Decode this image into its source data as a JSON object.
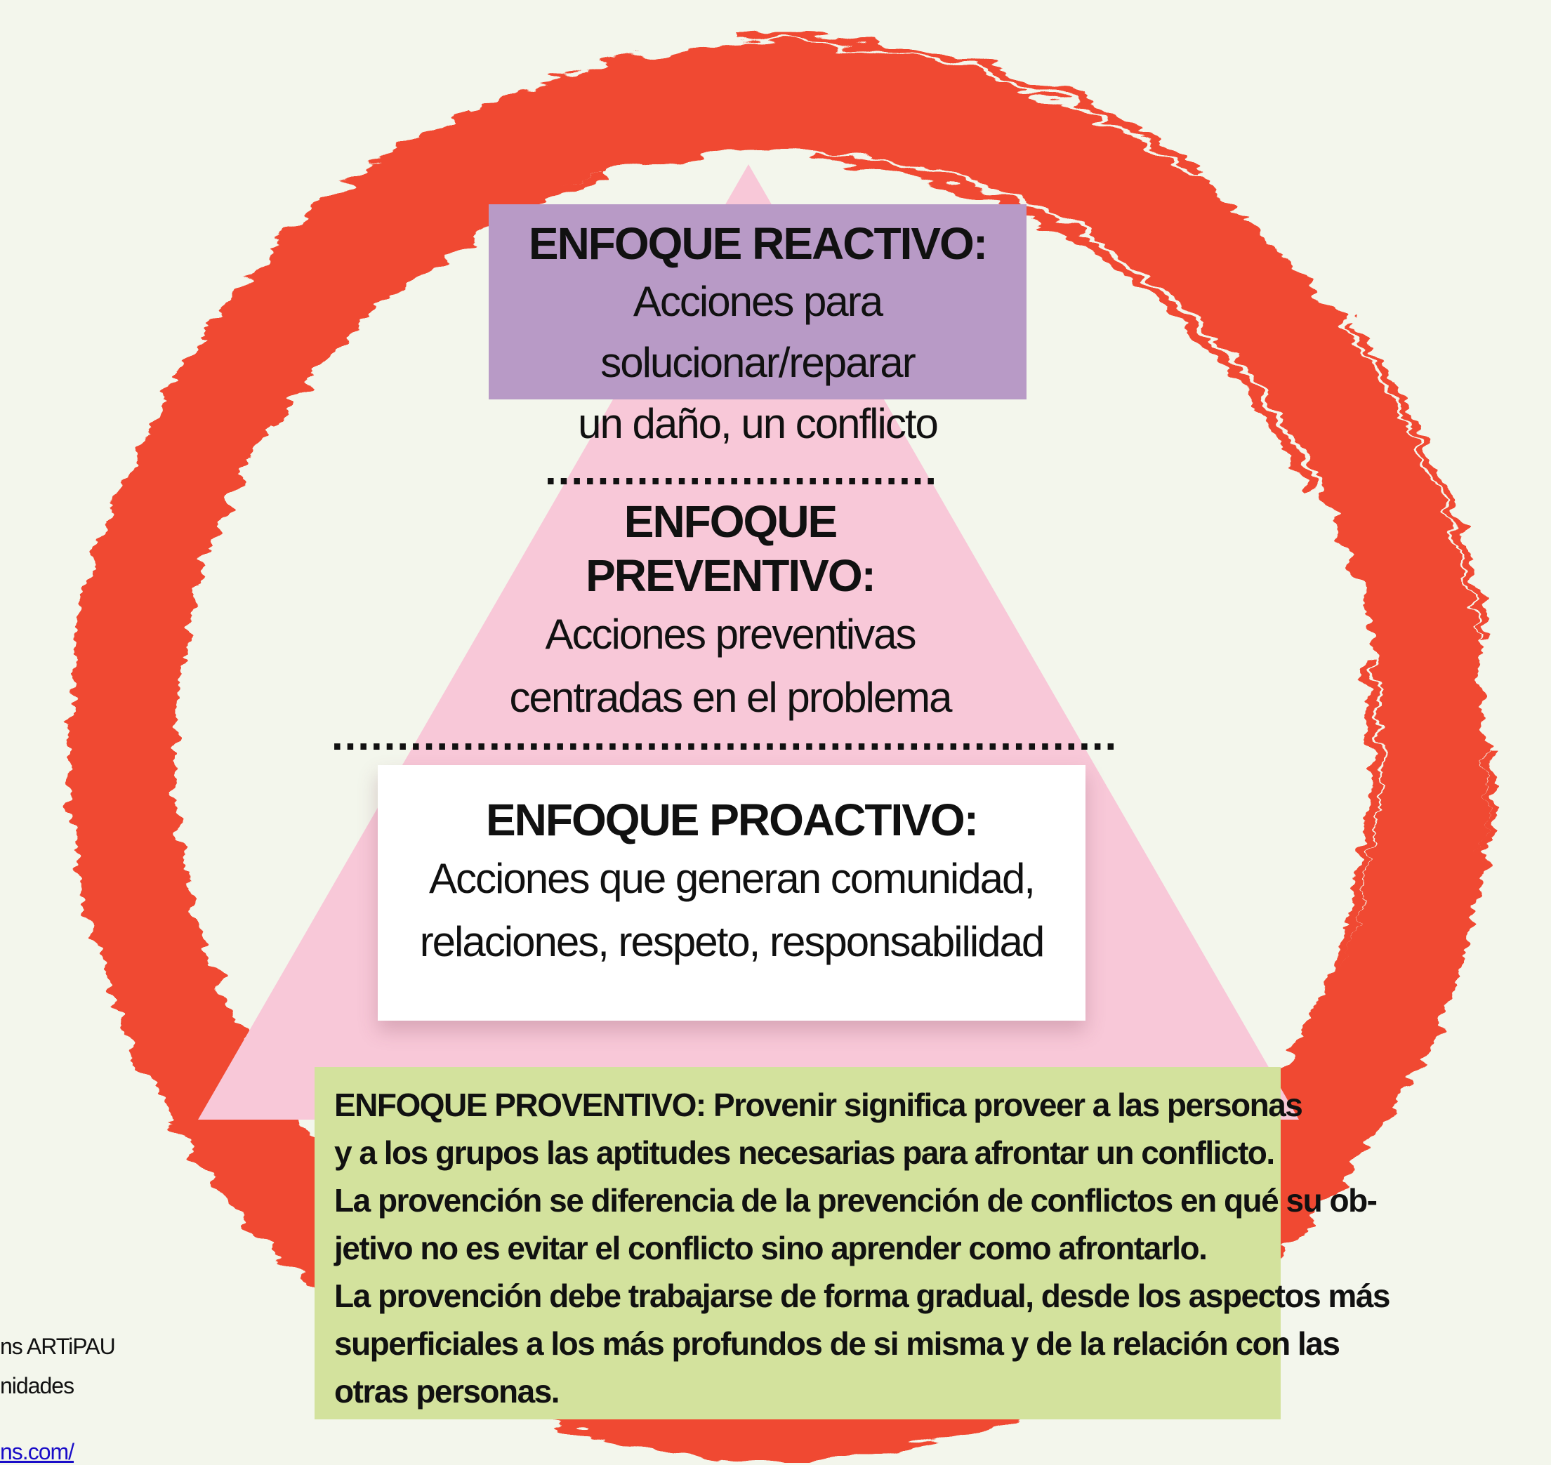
{
  "reactive": {
    "title": "ENFOQUE REACTIVO:",
    "lines": [
      "Acciones para solucionar/reparar",
      "un daño, un conflicto"
    ]
  },
  "preventive": {
    "title": "ENFOQUE PREVENTIVO:",
    "lines": [
      "Acciones preventivas",
      "centradas en el problema"
    ]
  },
  "proactive": {
    "title": "ENFOQUE PROACTIVO:",
    "lines": [
      "Acciones que generan comunidad,",
      "relaciones, respeto, responsabilidad"
    ]
  },
  "proventive": {
    "lines": [
      "ENFOQUE PROVENTIVO: Provenir significa proveer a las personas",
      "y a los grupos las aptitudes necesarias para afrontar un conflicto.",
      "La provención se diferencia de la prevención de conflictos en qué su ob-",
      "jetivo no es evitar el conflicto sino aprender como afrontarlo.",
      " La provención debe trabajarse de forma gradual, desde los aspectos más",
      " superficiales a los más profundos de si misma y de la relación con las",
      " otras personas."
    ]
  },
  "dividers": {
    "short": "..............................",
    "long": "............................................................"
  },
  "side_text": {
    "line1": "ns ARTiPAU",
    "line2": "nidades",
    "link": "ns.com/"
  },
  "colors": {
    "background": "#f3f6ec",
    "circle": "#f04a32",
    "triangle": "#f8c8d8",
    "reactive_box": "#b89ac6",
    "proactive_box": "#ffffff",
    "proventive_box": "#d3e29d"
  }
}
